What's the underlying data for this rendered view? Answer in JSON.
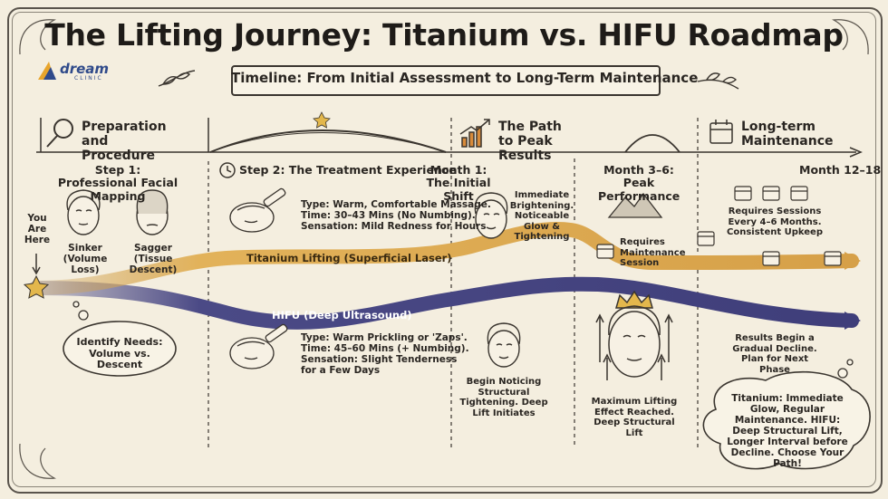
{
  "title": "The Lifting Journey: Titanium vs. HIFU Roadmap",
  "subtitle": "Timeline: From Initial Assessment to Long-Term Maintenance",
  "logo": {
    "name": "dream",
    "sub": "CLINIC"
  },
  "sections": {
    "prep": "Preparation and Procedure",
    "path": "The Path to Peak Results",
    "longterm": "Long-term Maintenance"
  },
  "step1": {
    "title": "Step 1: Professional Facial Mapping",
    "sinker": "Sinker (Volume Loss)",
    "sagger": "Sagger (Tissue Descent)",
    "you_are_here": "You Are Here",
    "identify": "Identify Needs: Volume vs. Descent"
  },
  "step2": {
    "title": "Step 2: The Treatment Experience",
    "titanium_lines": [
      "Type: Warm, Comfortable Massage.",
      "Time: 30–43 Mins (No Numbing).",
      "Sensation: Mild Redness for Hours"
    ],
    "hifu_lines": [
      "Type: Warm Prickling or 'Zaps'.",
      "Time: 45–60 Mins (+ Numbing).",
      "Sensation: Slight Tenderness",
      "for a Few Days"
    ]
  },
  "tracks": {
    "titanium": "Titanium Lifting (Superficial Laser)",
    "hifu": "HIFU (Deep Ultrasound)"
  },
  "month1": {
    "label": "Month 1: The Initial Shift",
    "titanium": "Immediate Brightening. Noticeable Glow & Tightening",
    "hifu": "Begin Noticing Structural Tightening. Deep Lift Initiates"
  },
  "month36": {
    "label": "Month 3–6: Peak Performance",
    "titanium": "Requires Maintenance Session",
    "hifu": "Maximum Lifting Effect Reached. Deep Structural Lift"
  },
  "month1218": {
    "label": "Month 12–18",
    "titanium": "Requires Sessions Every 4–6 Months. Consistent Upkeep",
    "hifu": "Results Begin a Gradual Decline. Plan for Next Phase"
  },
  "summary": "Titanium: Immediate Glow, Regular Maintenance. HIFU: Deep Structural Lift, Longer Interval before Decline. Choose Your Path!",
  "colors": {
    "titanium": "#d9a54a",
    "hifu": "#4b4a86",
    "ink": "#2a2622",
    "paper": "#f4eedf"
  }
}
